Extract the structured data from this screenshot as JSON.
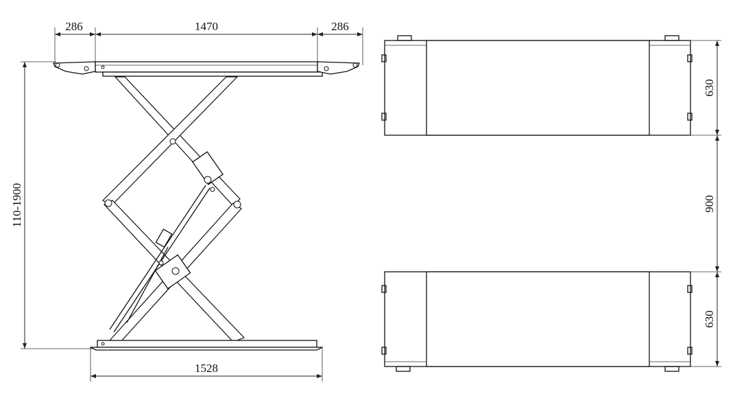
{
  "side_view": {
    "dim_left_ext": "286",
    "dim_top_width": "1470",
    "dim_right_ext": "286",
    "dim_height": "110-1900",
    "dim_base": "1528"
  },
  "top_view": {
    "dim_platform_width_upper": "630",
    "dim_gap": "900",
    "dim_platform_width_lower": "630"
  },
  "colors": {
    "line": "#111111",
    "background": "#ffffff"
  }
}
